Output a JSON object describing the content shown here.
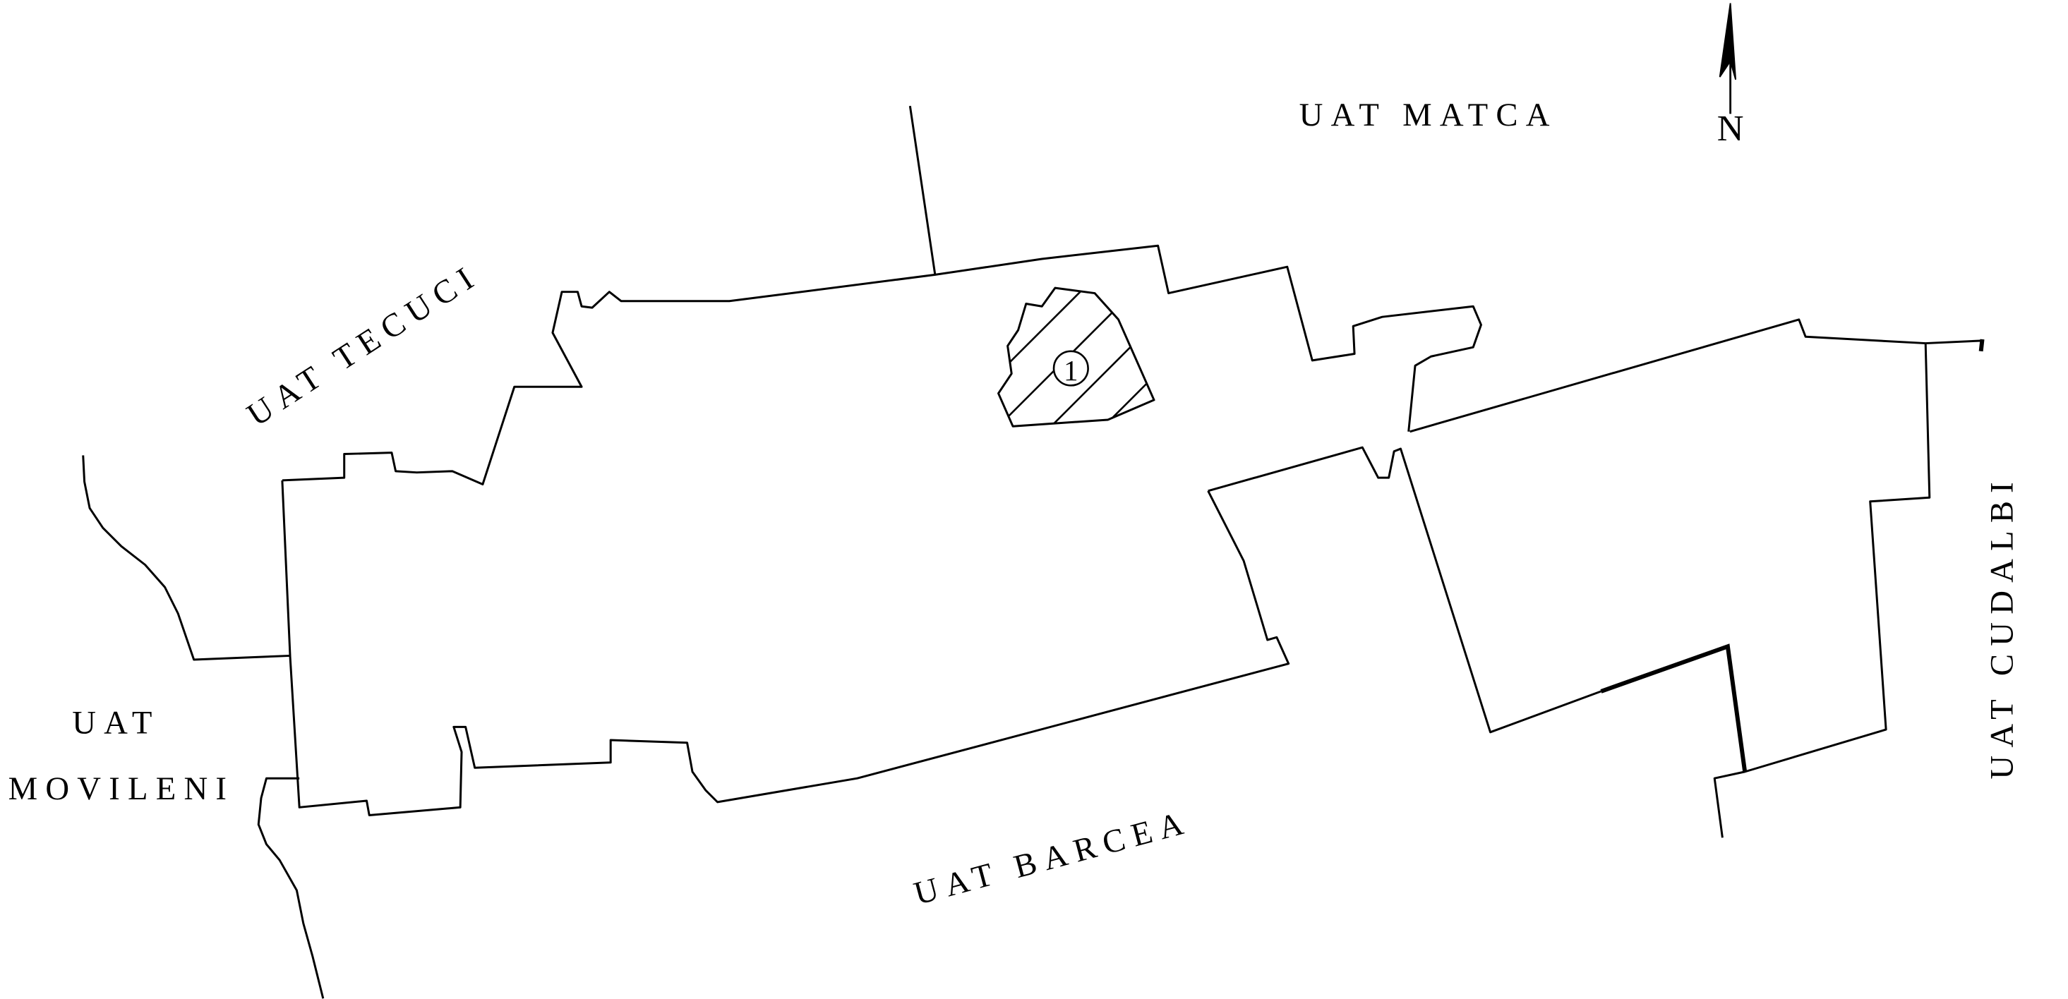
{
  "labels": {
    "matca": "UAT MATCA",
    "tecuci": "UAT TECUCI",
    "movileni_line1": "UAT",
    "movileni_line2": "MOVILENI",
    "barcea": "UAT BARCEA",
    "cudalbi": "UAT CUDALBI"
  },
  "north_arrow": {
    "label": "N"
  },
  "zone_marker": {
    "label": "1"
  }
}
